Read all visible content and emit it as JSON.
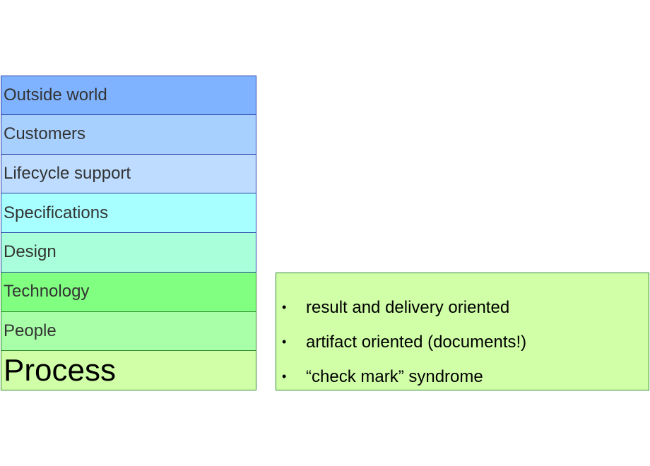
{
  "layers": [
    {
      "label": "Outside world",
      "color": "#80b3ff"
    },
    {
      "label": "Customers",
      "color": "#a8d0ff"
    },
    {
      "label": "Lifecycle support",
      "color": "#bddcff"
    },
    {
      "label": "Specifications",
      "color": "#a8ffff"
    },
    {
      "label": "Design",
      "color": "#a8ffd9"
    },
    {
      "label": "Technology",
      "color": "#80ff80"
    },
    {
      "label": "People",
      "color": "#a8ffa8"
    },
    {
      "label": "Process",
      "color": "#d1ffa8"
    }
  ],
  "note": {
    "color": "#d1ffa8",
    "bullet": "•",
    "items": [
      "result and delivery oriented",
      "artifact oriented (documents!)",
      "“check mark” syndrome"
    ]
  }
}
